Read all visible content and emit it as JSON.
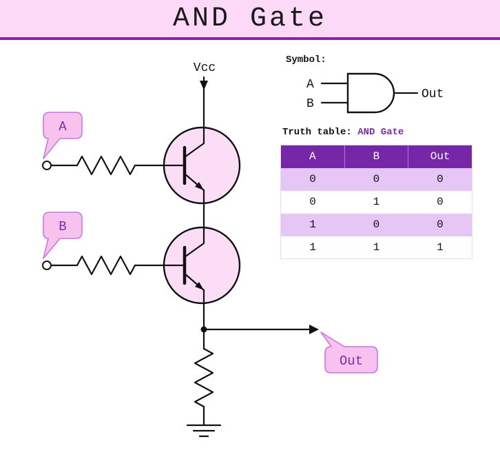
{
  "header": {
    "title": "AND Gate"
  },
  "circuit": {
    "vcc_label": "Vcc",
    "input_a_label": "A",
    "input_b_label": "B",
    "out_label": "Out"
  },
  "symbol": {
    "heading": "Symbol:",
    "input_a_label": "A",
    "input_b_label": "B",
    "output_label": "Out"
  },
  "truth_table": {
    "heading": "Truth table:",
    "gate_name": "AND Gate",
    "headers": [
      "A",
      "B",
      "Out"
    ],
    "rows": [
      [
        "0",
        "0",
        "0"
      ],
      [
        "0",
        "1",
        "0"
      ],
      [
        "1",
        "0",
        "0"
      ],
      [
        "1",
        "1",
        "1"
      ]
    ]
  },
  "colors": {
    "banner_pink": "#fcd9f6",
    "banner_border": "#8b22ad",
    "accent_purple": "#7c2bad",
    "callout_fill": "#f8c2ef",
    "callout_border": "#c678e0",
    "transistor_fill": "#fbdef6",
    "table_header_bg": "#7627a8",
    "table_stripe": "#e5c6f4",
    "line_color": "#111111"
  }
}
